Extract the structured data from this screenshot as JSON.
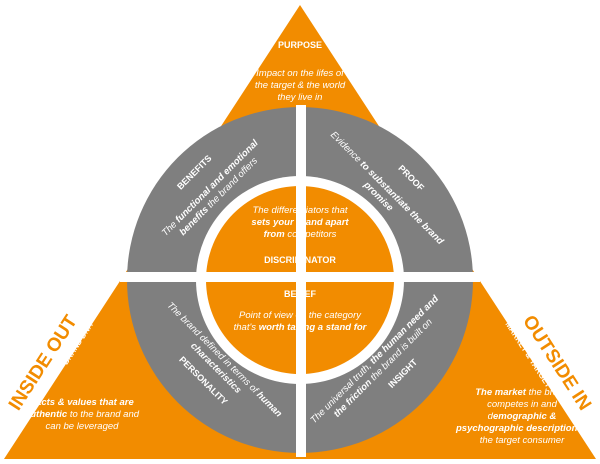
{
  "colors": {
    "orange": "#f28c00",
    "gray": "#7f7f7f",
    "white": "#ffffff"
  },
  "purpose": {
    "title": "PURPOSE",
    "lines": [
      "Impact on the lifes of",
      "the target & the world",
      "they live in"
    ]
  },
  "benefits": {
    "title": "BENEFITS",
    "line1_pre": "The ",
    "line1_bold": "functional and emotional",
    "line2_bold": "benefits",
    "line2_post": " the brand offers"
  },
  "proof": {
    "title": "PROOF",
    "line1_pre": "Evidence ",
    "line1_bold": "to substantiate the brand",
    "line2_bold": "promise"
  },
  "discriminator": {
    "title": "DISCRIMINATOR",
    "line1": "The differentiators that",
    "line2_bold": "sets your brand apart",
    "line3_bold": "from",
    "line3_post": " competitors"
  },
  "belief": {
    "title": "BELIEF",
    "line1": "Point of view on the category",
    "line2_pre": "that's ",
    "line2_bold": "worth taking a stand for"
  },
  "personality": {
    "title": "PERSONALITY",
    "line1_pre": "The brand defined in terms of ",
    "line1_bold": "human",
    "line2_bold": "characteristics"
  },
  "insight": {
    "title": "INSIGHT",
    "line1_pre": "The universal truth, ",
    "line1_bold": "the human need and",
    "line2_bold": "the friction",
    "line2_post": " the brand is built on"
  },
  "brand_dna": {
    "title": "BRAND DNA",
    "line1_bold": "Facts & values that are",
    "line2_bold": "authentic",
    "line2_post": " to the brand and",
    "line3": "can be leveraged"
  },
  "market_target": {
    "title": "MARKET & TARGET",
    "line1_bold": "The market",
    "line1_post": " the brand",
    "line2": "competes in and",
    "line3_pre": "d",
    "line3_bold": "emographic &",
    "line4_bold": "psychographic description",
    "line4_post": " of",
    "line5": "the target consumer"
  },
  "side_labels": {
    "left": "INSIDE OUT",
    "right": "OUTSIDE IN"
  }
}
